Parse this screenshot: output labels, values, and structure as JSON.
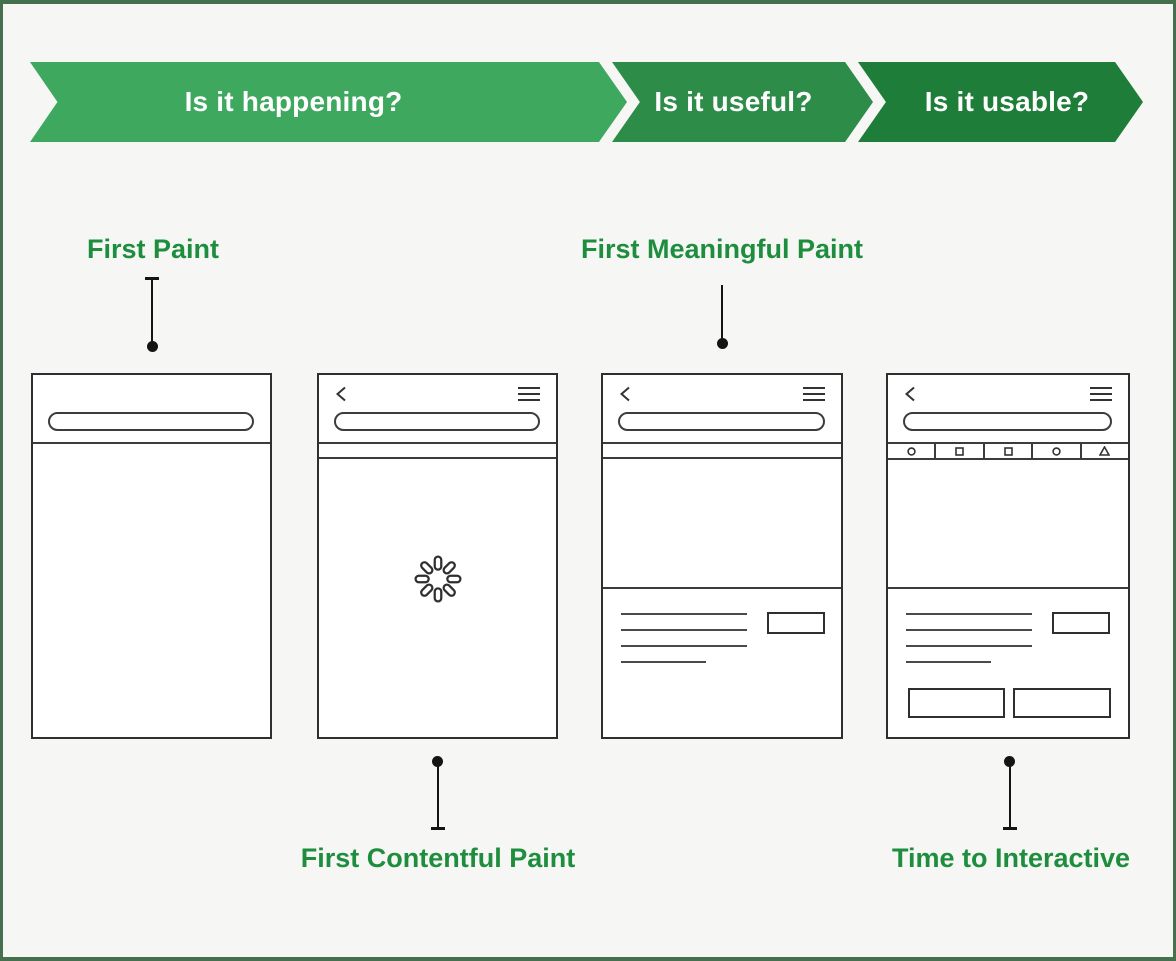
{
  "banner": {
    "segments": [
      {
        "id": "happening",
        "label": "Is it happening?",
        "color": "#3EA85F"
      },
      {
        "id": "useful",
        "label": "Is it useful?",
        "color": "#2C8C48"
      },
      {
        "id": "usable",
        "label": "Is it usable?",
        "color": "#1E7D38"
      }
    ]
  },
  "labels": {
    "first_paint": "First Paint",
    "first_contentful_paint": "First Contentful Paint",
    "first_meaningful_paint": "First Meaningful Paint",
    "time_to_interactive": "Time to Interactive"
  },
  "colors": {
    "label_green": "#1E8E3E",
    "background": "#F6F6F5",
    "frame_border": "#45704E",
    "wireframe_stroke": "#3C3C3C",
    "connector_black": "#141414"
  },
  "phones": [
    {
      "id": "first-paint",
      "elements": [
        "url-bar"
      ]
    },
    {
      "id": "first-contentful-paint",
      "elements": [
        "back-icon",
        "menu-icon",
        "url-bar",
        "spinner-icon"
      ]
    },
    {
      "id": "first-meaningful-paint",
      "elements": [
        "back-icon",
        "menu-icon",
        "url-bar",
        "text-line-placeholders",
        "button-placeholder"
      ]
    },
    {
      "id": "time-to-interactive",
      "elements": [
        "back-icon",
        "menu-icon",
        "url-bar",
        "toolbar-icons",
        "text-line-placeholders",
        "button-placeholder",
        "action-button-placeholders"
      ]
    }
  ],
  "toolbar_icons": [
    "circle-icon",
    "square-icon",
    "square-icon",
    "circle-icon",
    "triangle-icon"
  ]
}
